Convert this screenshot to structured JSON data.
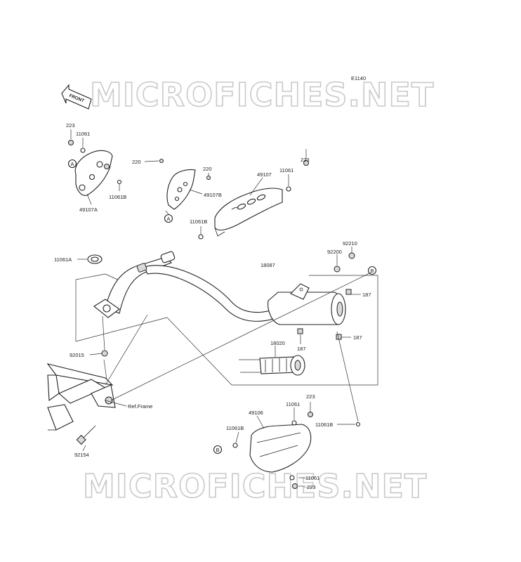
{
  "diagram_code": "E1140",
  "watermarks": [
    "MICROFICHES.NET",
    "MICROFICHES.NET"
  ],
  "front_arrow": "FRONT",
  "reference_frame": "Ref.Frame",
  "callouts": {
    "a_top": "A",
    "a_shield": "A",
    "b_top": "B",
    "b_bottom": "B"
  },
  "part_labels": {
    "p223_top_left": "223",
    "p11061_top_left": "11061",
    "p49107a": "49107A",
    "p11061b_left": "11061B",
    "p220_small": "220",
    "p220_right": "220",
    "p49107b": "49107B",
    "p49107": "49107",
    "p11061_top_right": "11061",
    "p223_top_right": "223",
    "p11061b_mid": "11061B",
    "p11061a": "11061A",
    "p92210": "92210",
    "p92200": "92200",
    "p18087": "18087",
    "p187_top": "187",
    "p187_mid": "187",
    "p187_bottom": "187",
    "p18020": "18020",
    "p92015": "92015",
    "p223_bottom_top": "223",
    "p11061_bottom_top": "11061",
    "p49106": "49106",
    "p11061b_bottom_left": "11061B",
    "p11061b_bottom_right": "11061B",
    "p92154": "92154",
    "p11061_bottom": "11061",
    "p223_bottom": "223"
  }
}
